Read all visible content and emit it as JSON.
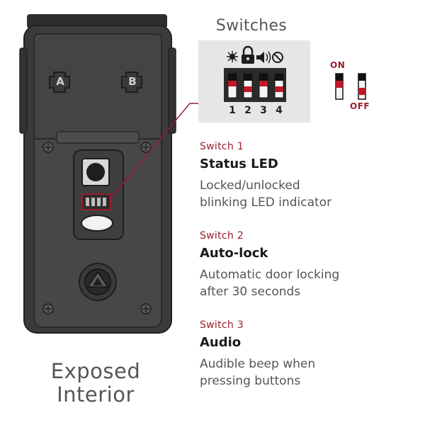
{
  "colors": {
    "accent": "#9b1c2b",
    "device_body": "#3b3b3b",
    "device_plate": "#4a4a4a",
    "panel_bg": "#e6e6e6",
    "label_gray": "#555555"
  },
  "device": {
    "caption_line1": "Exposed",
    "caption_line2": "Interior",
    "slot_a_label": "A",
    "slot_b_label": "B"
  },
  "panel": {
    "title": "Switches",
    "icons": [
      "led-sun-icon",
      "lock-icon",
      "speaker-icon",
      "no-symbol-icon"
    ],
    "numbers": [
      "1",
      "2",
      "3",
      "4"
    ]
  },
  "legend": {
    "on_label": "ON",
    "off_label": "OFF"
  },
  "switches": [
    {
      "label": "Switch 1",
      "name": "Status LED",
      "desc_line1": "Locked/unlocked",
      "desc_line2": "blinking LED indicator"
    },
    {
      "label": "Switch 2",
      "name": "Auto-lock",
      "desc_line1": "Automatic door locking",
      "desc_line2": "after 30 seconds"
    },
    {
      "label": "Switch 3",
      "name": "Audio",
      "desc_line1": "Audible beep when",
      "desc_line2": "pressing buttons"
    }
  ]
}
